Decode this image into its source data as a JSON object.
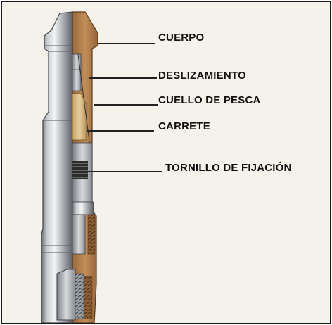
{
  "labels": {
    "cuerpo": "CUERPO",
    "deslizamiento": "DESLIZAMIENTO",
    "cuello_de_pesca": "CUELLO DE PESCA",
    "carrete": "CARRETE",
    "tornillo_de_fijacion": "TORNILLO DE FIJACIÓN"
  },
  "colors": {
    "background": "#f4f2ea",
    "steel": "#b9bdc2",
    "bronze": "#b8834f",
    "text": "#111111"
  }
}
